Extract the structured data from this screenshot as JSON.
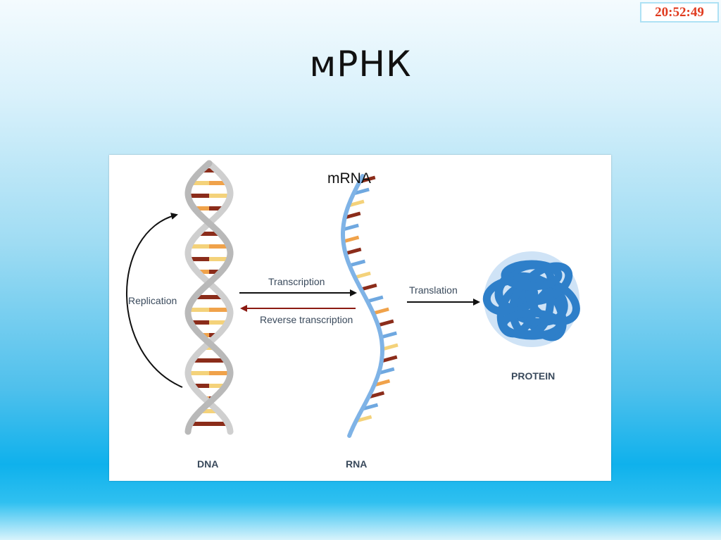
{
  "header": {
    "title": "мРНК",
    "clock": "20:52:49"
  },
  "diagram": {
    "labels": {
      "mrna": "mRNA",
      "replication": "Replication",
      "transcription": "Transcription",
      "reverse_transcription": "Reverse transcription",
      "translation": "Translation",
      "dna": "DNA",
      "rna": "RNA",
      "protein": "PROTEIN"
    },
    "colors": {
      "rna_strand": "#7fb3e6",
      "dna_strand": "#c8c8c8",
      "base_dark": "#8b2c1a",
      "base_orange": "#f0a24a",
      "base_yellow": "#f4d27a",
      "base_blue": "#6fa8e0",
      "protein": "#2e7fc9",
      "forward_arrow": "#111111",
      "reverse_arrow": "#8b1a12",
      "label_text": "#3a4a5c"
    }
  }
}
